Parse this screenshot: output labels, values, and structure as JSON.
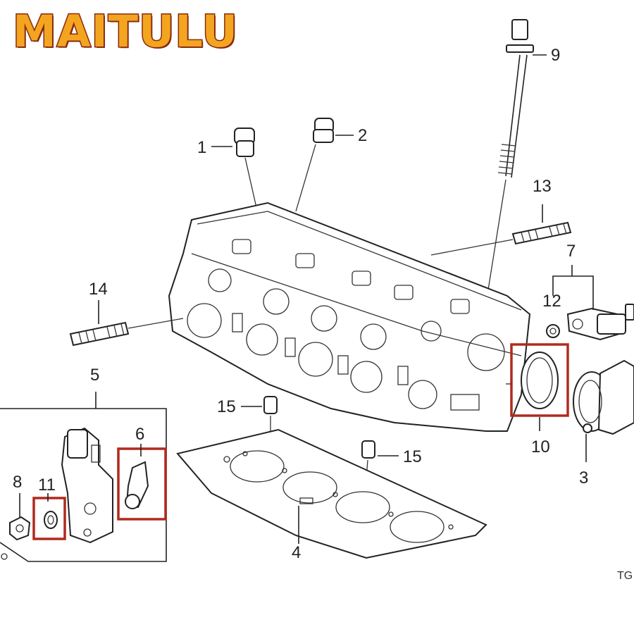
{
  "brand": {
    "name": "MAITULU",
    "fill": "#f3a51f",
    "outline": "#8a2a12"
  },
  "diagram_code": "TG",
  "callouts": {
    "c1": "1",
    "c2": "2",
    "c3": "3",
    "c4": "4",
    "c5": "5",
    "c6": "6",
    "c7": "7",
    "c8": "8",
    "c9": "9",
    "c10": "10",
    "c11": "11",
    "c12": "12",
    "c13": "13",
    "c14": "14",
    "c15a": "15",
    "c15b": "15"
  },
  "highlight_color": "#b02a1e",
  "highlighted_parts": [
    "6",
    "10",
    "11"
  ]
}
